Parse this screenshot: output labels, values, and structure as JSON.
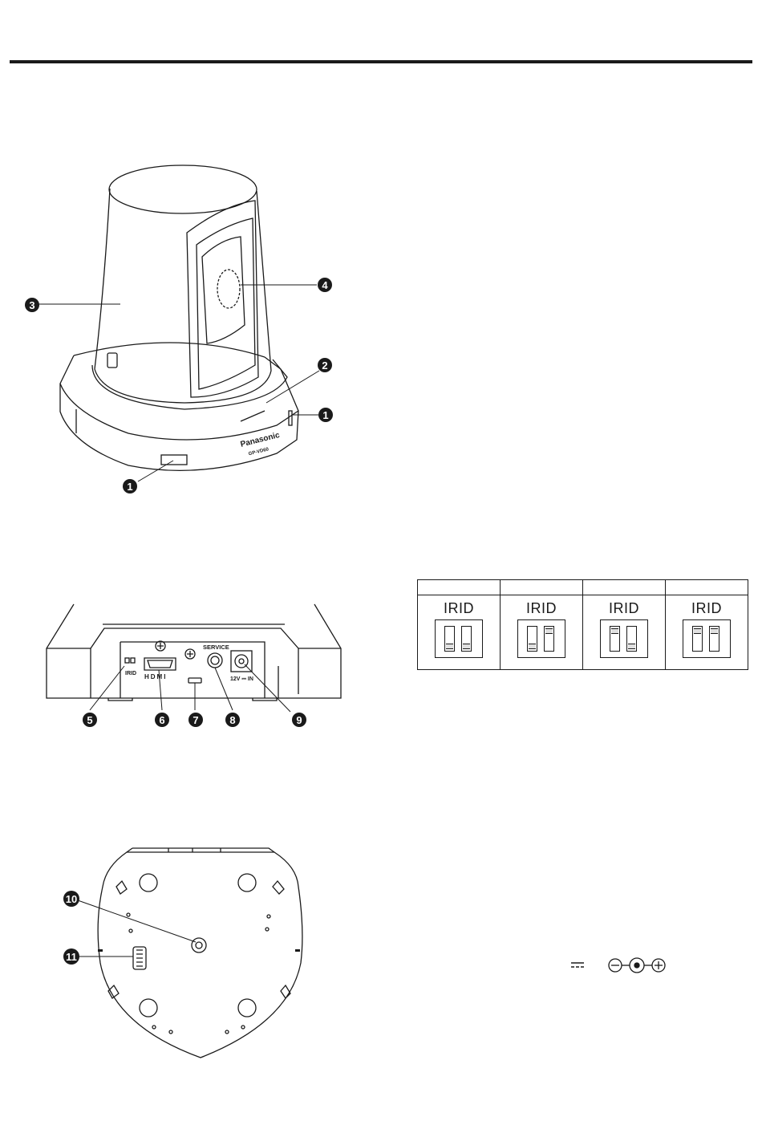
{
  "camera_front": {
    "callouts": [
      "❶",
      "❷",
      "❸",
      "❹",
      "❶"
    ],
    "brand_text": "Panasonic",
    "model_text": "GP-VD60"
  },
  "rear_panel": {
    "labels": {
      "irid": "IRID",
      "service": "SERVICE",
      "power": "12V ⎓ IN",
      "hdmi": "HDMI"
    },
    "callouts": [
      "❺",
      "❻",
      "❼",
      "❽",
      "❾"
    ]
  },
  "bottom_view": {
    "callouts": [
      "❿",
      "⓫"
    ]
  },
  "irid_table": {
    "columns": [
      {
        "header": "",
        "label": "IRID",
        "switch1": "down",
        "switch2": "down"
      },
      {
        "header": "",
        "label": "IRID",
        "switch1": "down",
        "switch2": "up"
      },
      {
        "header": "",
        "label": "IRID",
        "switch1": "up",
        "switch2": "down"
      },
      {
        "header": "",
        "label": "IRID",
        "switch1": "up",
        "switch2": "up"
      }
    ]
  },
  "dc_symbols": {
    "dc_icon": "dc-current-icon",
    "polarity_icon": "center-positive-polarity-icon"
  }
}
